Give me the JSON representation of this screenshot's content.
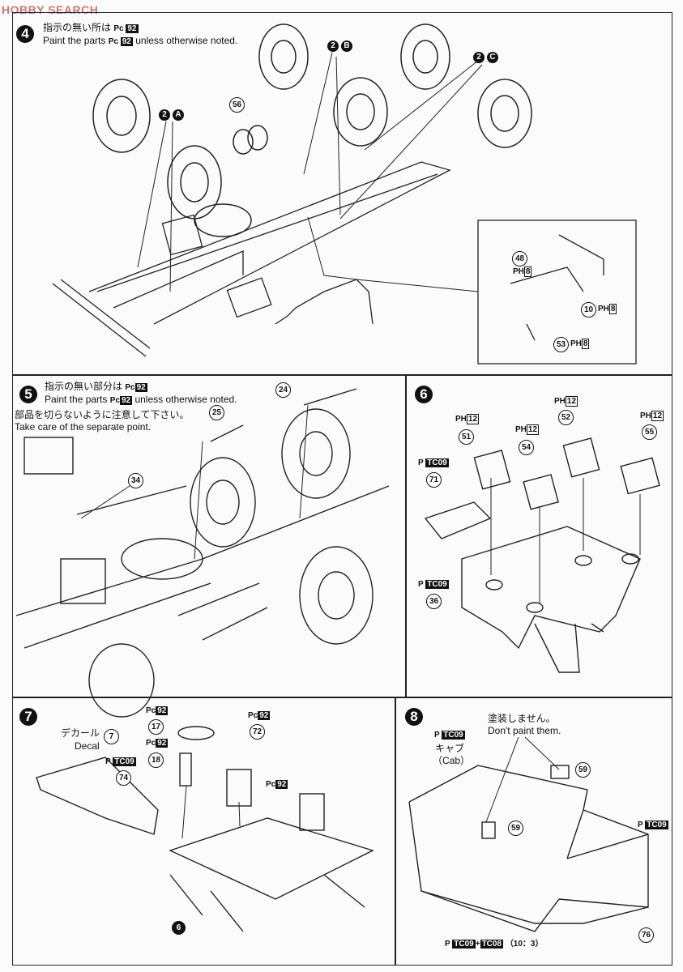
{
  "watermark": "HOBBY SEARCH",
  "step4": {
    "number": "4",
    "jp": "指示の無い所は",
    "en_prefix": "Paint the parts",
    "en_suffix": "unless otherwise noted.",
    "paint": "Pc",
    "code": "92",
    "sub_a": "A",
    "sub_b": "B",
    "sub_c": "C",
    "sub_num": "2",
    "parts": [
      "56",
      "48",
      "10",
      "53"
    ],
    "ph": "PH",
    "ph_code": "8"
  },
  "step5": {
    "number": "5",
    "jp": "指示の無い部分は",
    "en_prefix": "Paint the parts",
    "en_suffix": "unless otherwise noted.",
    "paint": "Pc",
    "code": "92",
    "note_jp": "部品を切らないように注意して下さい。",
    "note_en": "Take care of the separate point.",
    "parts": [
      "24",
      "25",
      "34"
    ]
  },
  "step6": {
    "number": "6",
    "ph": "PH",
    "ph_code": "12",
    "p": "P",
    "tc": "TC09",
    "parts": [
      "51",
      "54",
      "52",
      "55",
      "71",
      "36"
    ]
  },
  "step7": {
    "number": "7",
    "decal_jp": "デカール",
    "decal_en": "Decal",
    "decal_num": "7",
    "paint": "Pc",
    "code": "92",
    "p": "P",
    "tc": "TC09",
    "parts": [
      "17",
      "18",
      "72",
      "74"
    ],
    "ref": "6"
  },
  "step8": {
    "number": "8",
    "p": "P",
    "tc": "TC09",
    "cab_jp": "キャブ",
    "cab_en": "（Cab）",
    "note_jp": "塗装しません。",
    "note_en": "Don't paint them.",
    "parts": [
      "59",
      "59",
      "76"
    ],
    "tc2": "TC08",
    "mix": "（10：3）",
    "plus": "+"
  }
}
